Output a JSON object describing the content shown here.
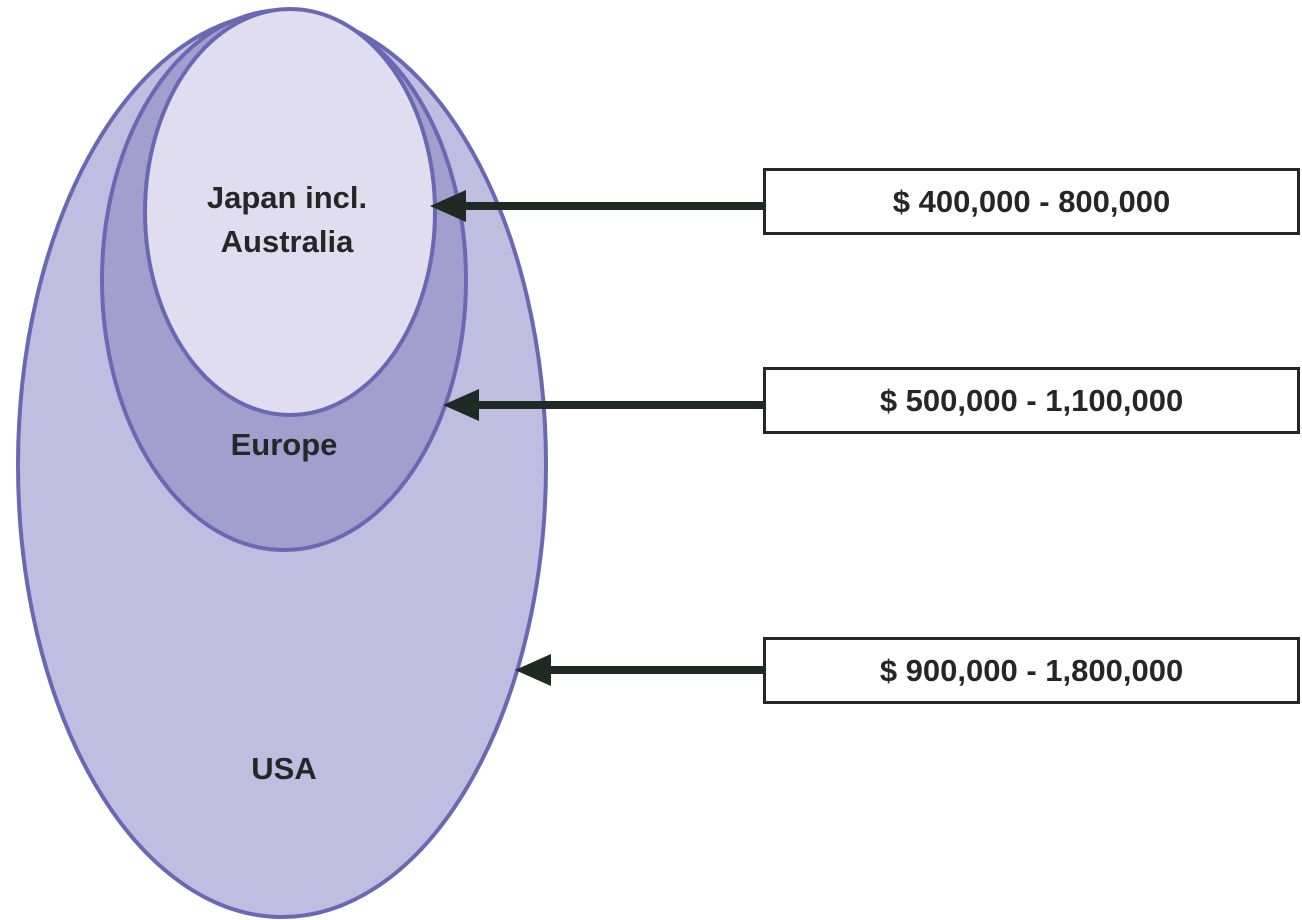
{
  "regions": {
    "japan": {
      "line1": "Japan incl.",
      "line2": "Australia"
    },
    "europe": {
      "label": "Europe"
    },
    "usa": {
      "label": "USA"
    }
  },
  "ranges": {
    "japan": "$ 400,000 - 800,000",
    "europe": "$ 500,000 - 1,100,000",
    "usa": "$ 900,000 - 1,800,000"
  },
  "colors": {
    "outline": "#6a68b2",
    "usa_fill": "#bfbde0",
    "europe_fill": "#a29fce",
    "japan_fill": "#e0ddf0",
    "arrow": "#1f2a22",
    "box_border": "#262626"
  }
}
